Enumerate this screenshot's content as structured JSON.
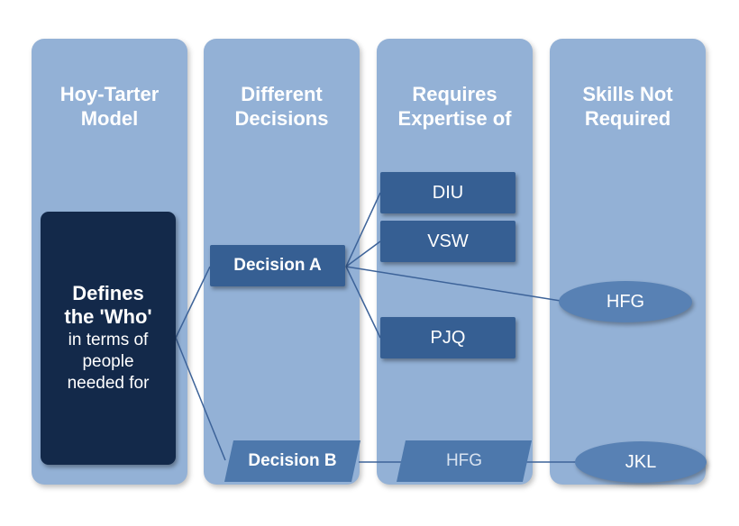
{
  "columns": [
    {
      "title": "Hoy-Tarter\nModel"
    },
    {
      "title": "Different\nDecisions"
    },
    {
      "title": "Requires\nExpertise of"
    },
    {
      "title": "Skills Not\nRequired"
    }
  ],
  "who_box": {
    "lead": "Defines\nthe 'Who'",
    "rest": "in terms of\npeople\nneeded for"
  },
  "decisions": {
    "a": "Decision A",
    "b": "Decision B"
  },
  "expertise": [
    "DIU",
    "VSW",
    "PJQ"
  ],
  "expertise_b": "HFG",
  "not_required": [
    "HFG",
    "JKL"
  ]
}
